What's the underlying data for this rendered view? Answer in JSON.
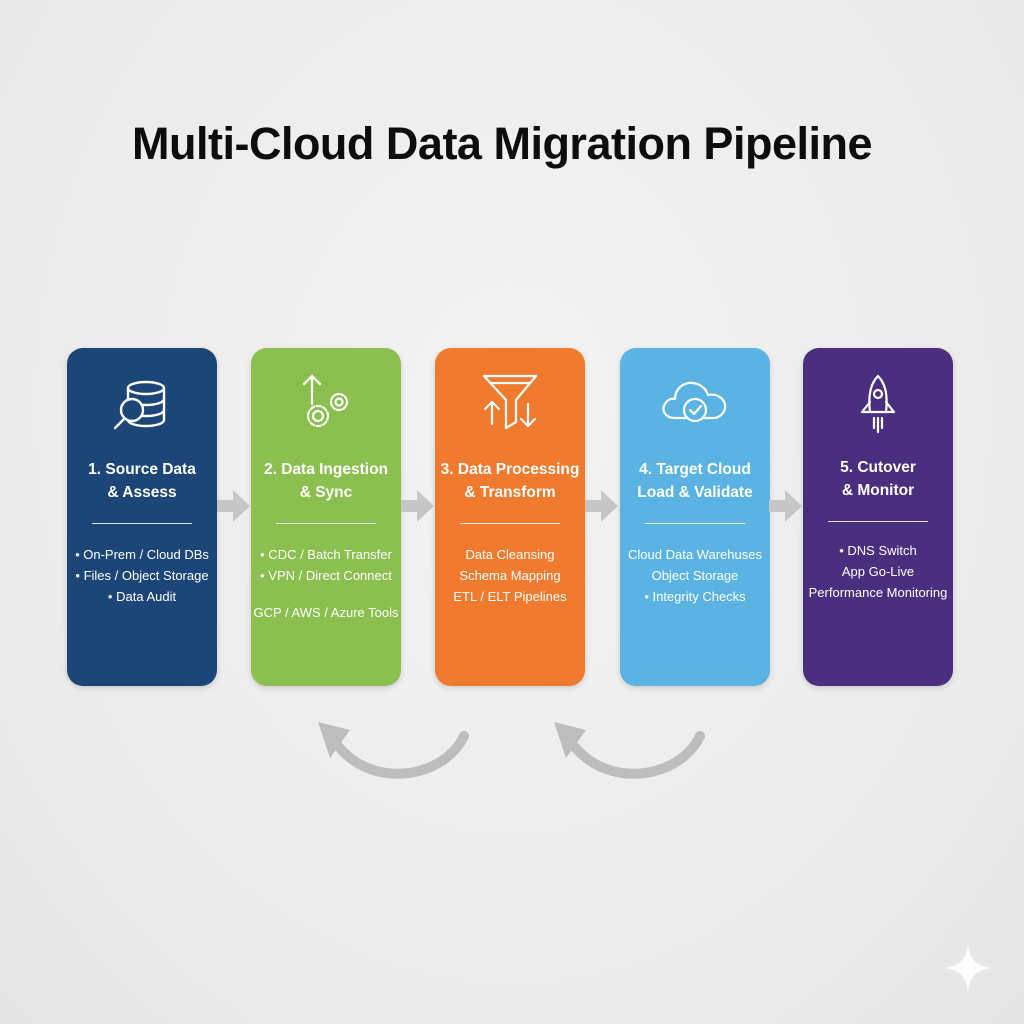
{
  "title": "Multi-Cloud Data Migration Pipeline",
  "colors": {
    "step1": "#1c4677",
    "step2": "#8bbf4f",
    "step3": "#f07a2e",
    "step4": "#5ab3e2",
    "step5": "#4a2f7f",
    "connector": "#bdbdbd"
  },
  "steps": [
    {
      "heading": [
        "1. Source Data",
        "& Assess"
      ],
      "items": [
        "• On-Prem / Cloud DBs",
        "• Files / Object Storage",
        "• Data Audit"
      ],
      "icon": "database-magnifier-icon"
    },
    {
      "heading": [
        "2. Data Ingestion",
        "& Sync"
      ],
      "items": [
        "• CDC / Batch Transfer",
        "• VPN / Direct Connect"
      ],
      "extra": "GCP / AWS / Azure Tools",
      "icon": "gears-upload-icon"
    },
    {
      "heading": [
        "3. Data Processing",
        "& Transform"
      ],
      "items": [
        "Data Cleansing",
        "Schema Mapping",
        "ETL / ELT Pipelines"
      ],
      "icon": "funnel-icon"
    },
    {
      "heading": [
        "4. Target Cloud",
        "Load & Validate"
      ],
      "items": [
        "Cloud Data Warehuses",
        "Object Storage",
        "• Integrity Checks"
      ],
      "icon": "cloud-check-icon"
    },
    {
      "heading": [
        "5. Cutover",
        "& Monitor"
      ],
      "items": [
        "• DNS Switch",
        "App Go-Live",
        "Performance Monitoring"
      ],
      "icon": "rocket-icon"
    }
  ]
}
